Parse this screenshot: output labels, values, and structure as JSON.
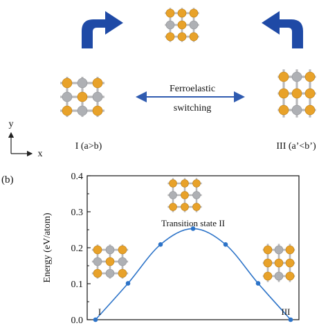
{
  "panel_a": {
    "switch_label_line1": "Ferroelastic",
    "switch_label_line2": "switching",
    "label_left": "I (a>b)",
    "label_right": "III (a’<b’)",
    "axis_y": "y",
    "axis_x": "x",
    "colors": {
      "gold": "#e8a22a",
      "silver": "#aeb0b4",
      "bond_arrow": "#2f5bb0",
      "flow_arrow": "#1f4aa6"
    }
  },
  "panel_b": {
    "panel_label": "(b)",
    "annotation_ts": "Transition state II",
    "annotation_I": "I",
    "annotation_III": "III"
  },
  "chart_data": {
    "type": "line",
    "title": "",
    "xlabel": "",
    "ylabel": "Energy  (eV/atom)",
    "ylim": [
      0.0,
      0.4
    ],
    "yticks": [
      "0.0",
      "0.1",
      "0.2",
      "0.3",
      "0.4"
    ],
    "x": [
      0,
      1,
      2,
      3,
      4,
      5,
      6
    ],
    "series": [
      {
        "values": [
          0.0,
          0.101,
          0.209,
          0.253,
          0.209,
          0.101,
          0.0
        ]
      }
    ],
    "line_color": "#2c73c8"
  }
}
